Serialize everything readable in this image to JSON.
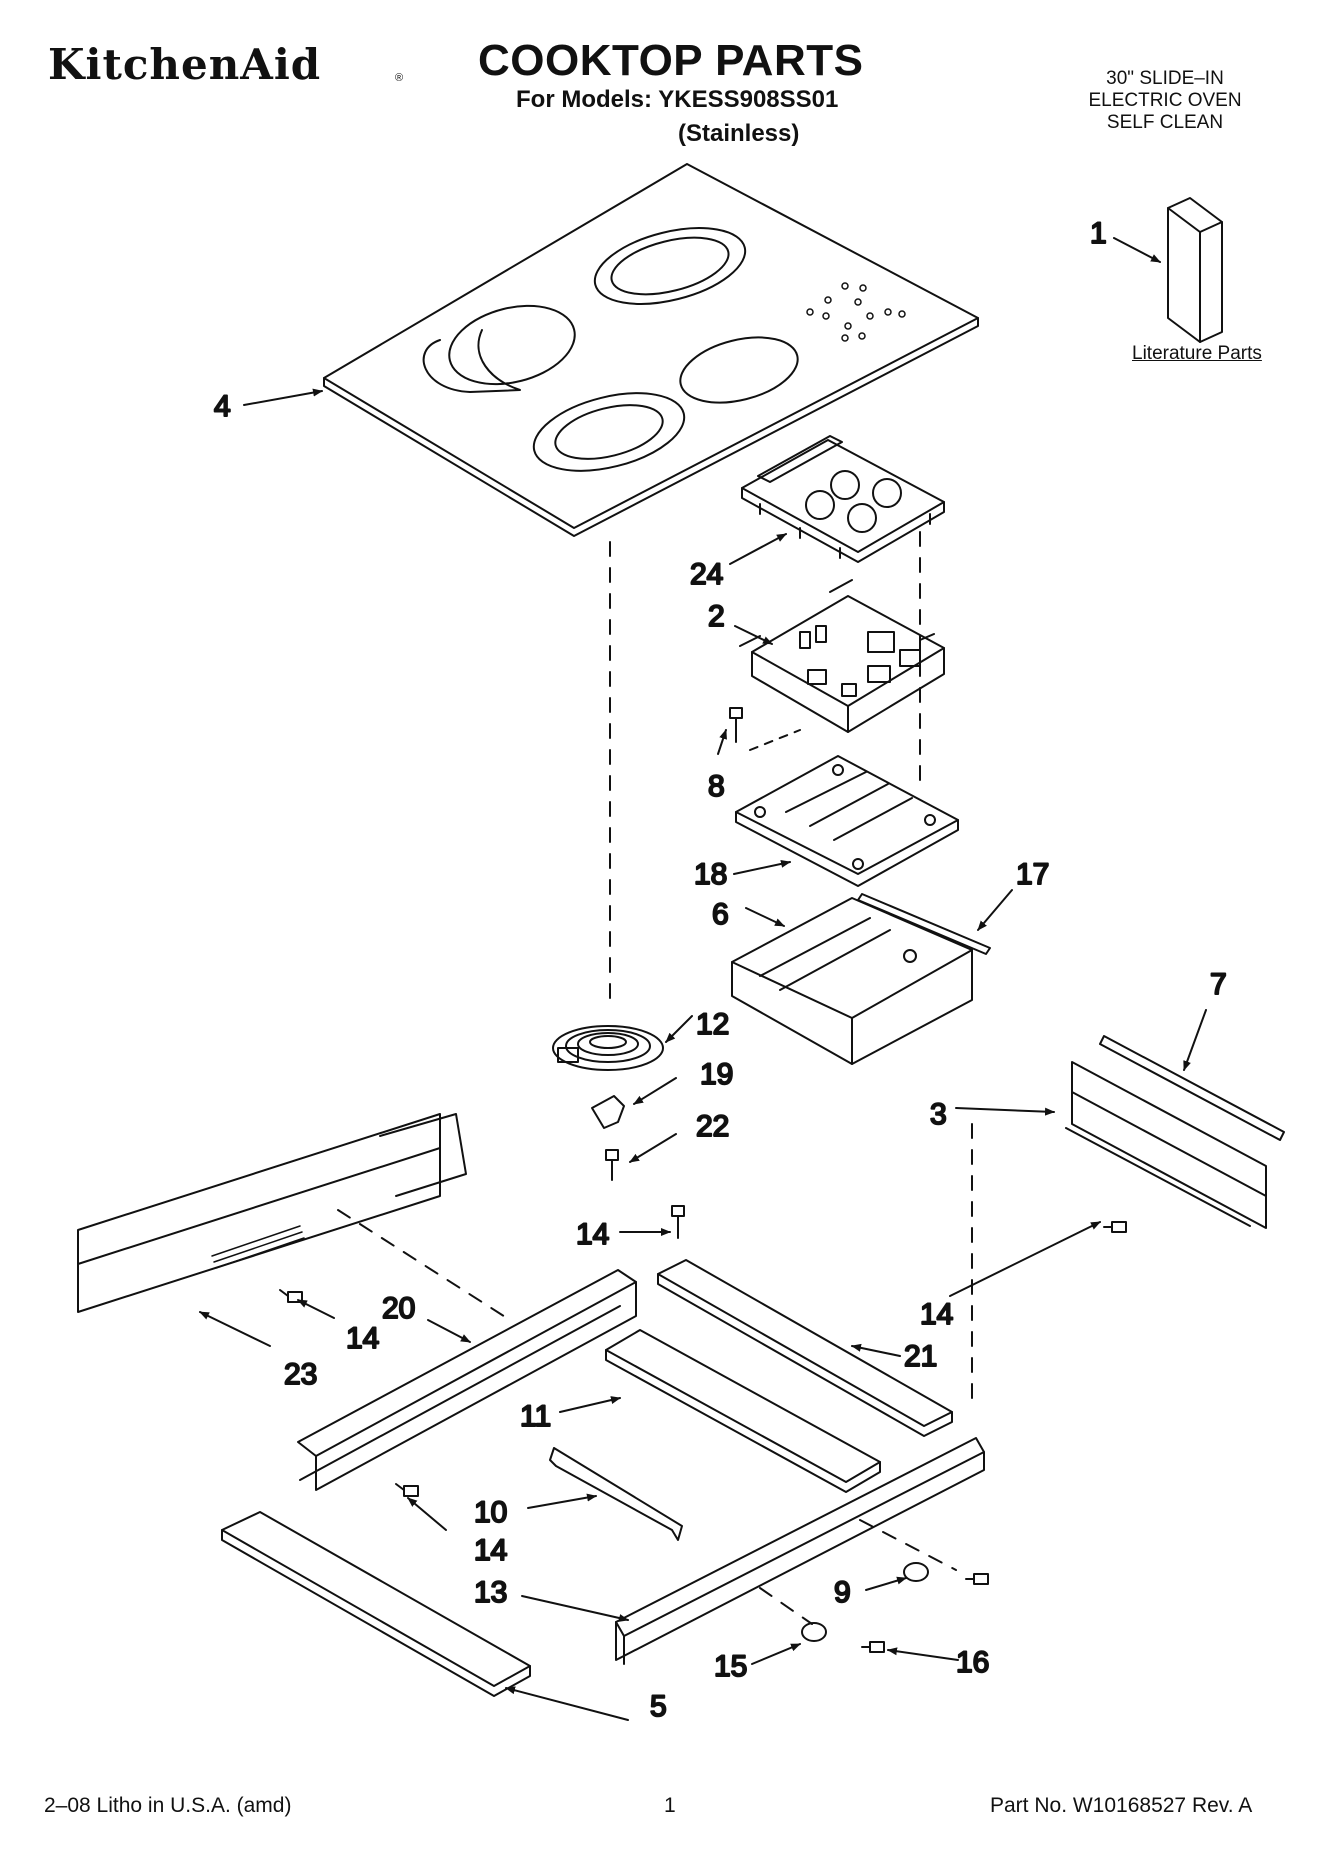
{
  "header": {
    "brand": "KitchenAid",
    "brand_mark": "®",
    "title": "COOKTOP PARTS",
    "models_line": "For Models: YKESS908SS01",
    "finish": "(Stainless)",
    "product_lines": [
      "30\" SLIDE–IN",
      "ELECTRIC OVEN",
      "SELF CLEAN"
    ]
  },
  "literature_label": "Literature Parts",
  "callouts": [
    "1",
    "4",
    "24",
    "2",
    "8",
    "18",
    "17",
    "6",
    "12",
    "19",
    "22",
    "7",
    "3",
    "14",
    "14",
    "20",
    "14",
    "23",
    "21",
    "14",
    "11",
    "10",
    "14",
    "13",
    "9",
    "16",
    "15",
    "5"
  ],
  "footer": {
    "left": "2–08 Litho in U.S.A. (amd)",
    "center": "1",
    "right": "Part No. W10168527 Rev. A"
  }
}
